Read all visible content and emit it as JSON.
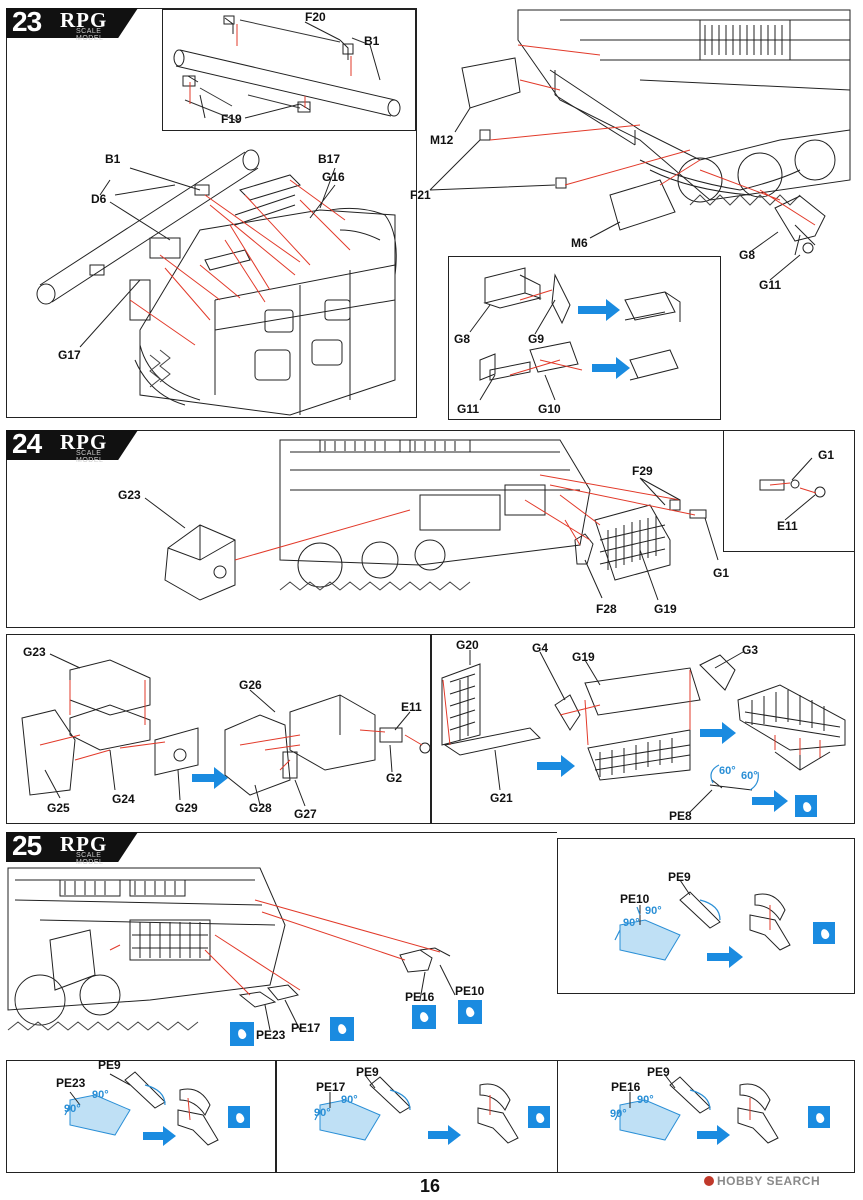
{
  "brand": {
    "name": "RPG",
    "sub": "SCALE MODEL"
  },
  "page_number": "16",
  "watermark": "HOBBY SEARCH",
  "colors": {
    "glue_blue": "#1a8be0",
    "arrow_blue": "#1a8be0",
    "leader_red": "#e23a2a",
    "pe_blue": "#2a8fd6"
  },
  "steps": [
    {
      "number": "23",
      "labels": {
        "f20": "F20",
        "b1_top": "B1",
        "f19": "F19",
        "m12": "M12",
        "f21": "F21",
        "m6": "M6",
        "g8_right": "G8",
        "g11_right": "G11",
        "b1": "B1",
        "b17": "B17",
        "g16": "G16",
        "d6": "D6",
        "g17": "G17",
        "g8": "G8",
        "g9": "G9",
        "g11": "G11",
        "g10": "G10"
      }
    },
    {
      "number": "24",
      "labels": {
        "g23": "G23",
        "f29": "F29",
        "g1_detail": "G1",
        "e11_detail": "E11",
        "g1": "G1",
        "f28": "F28",
        "g19": "G19",
        "g23b": "G23",
        "g26": "G26",
        "e11": "E11",
        "g25": "G25",
        "g24": "G24",
        "g29": "G29",
        "g28": "G28",
        "g27": "G27",
        "g2": "G2",
        "g20": "G20",
        "g4": "G4",
        "g19b": "G19",
        "g3": "G3",
        "g21": "G21",
        "pe8": "PE8",
        "deg_a": "60°",
        "deg_b": "60°"
      }
    },
    {
      "number": "25",
      "labels": {
        "pe16": "PE16",
        "pe10": "PE10",
        "pe23": "PE23",
        "pe17": "PE17",
        "inset_pe9": "PE9",
        "inset_pe10": "PE10",
        "inset_90a": "90°",
        "inset_90b": "90°",
        "b1_pe23": "PE23",
        "b1_pe9": "PE9",
        "b1_90a": "90°",
        "b1_90b": "90°",
        "b2_pe17": "PE17",
        "b2_pe9": "PE9",
        "b2_90a": "90°",
        "b2_90b": "90°",
        "b3_pe16": "PE16",
        "b3_pe9": "PE9",
        "b3_90a": "90°",
        "b3_90b": "90°"
      }
    }
  ]
}
